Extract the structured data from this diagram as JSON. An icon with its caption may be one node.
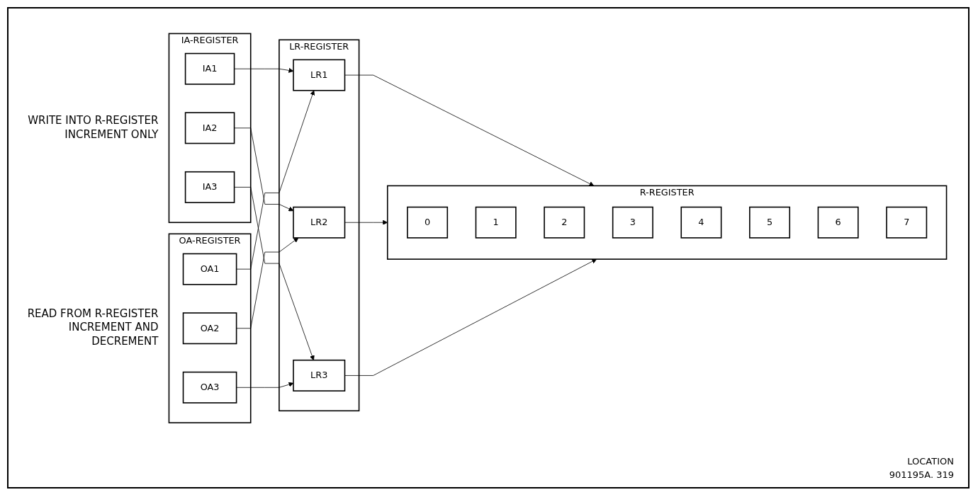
{
  "diagram": {
    "nodes": [
      {
        "text": [
          "IA-REGISTER"
        ],
        "beside": [
          "WRITE INTO R-REGISTER INCREMENT ONLY"
        ]
      },
      {
        "text": [
          "IA3"
        ],
        "in": 0
      },
      {
        "text": [
          "IA2"
        ],
        "in": 0
      },
      {
        "text": [
          "IA1"
        ],
        "in": 0
      },
      {
        "text": [
          "LR-REGISTER"
        ]
      },
      {
        "text": [
          "LR1"
        ],
        "in": 4
      },
      {
        "text": [
          "LR2"
        ],
        "in": 4
      },
      {
        "text": [
          "LR3"
        ],
        "in": 4
      },
      {
        "text": [
          "R-REGISTER"
        ]
      },
      {
        "text": [
          "0"
        ],
        "in": 8
      },
      {
        "text": [
          "1"
        ],
        "in": 8
      },
      {
        "text": [
          "2"
        ],
        "in": 8
      },
      {
        "text": [
          "3"
        ],
        "in": 8
      },
      {
        "text": [
          "4"
        ],
        "in": 8
      },
      {
        "text": [
          "5"
        ],
        "in": 8
      },
      {
        "text": [
          "6"
        ],
        "in": 8
      },
      {
        "text": [
          "7"
        ],
        "in": 8
      },
      {
        "text": [
          "OA-REGISTER"
        ],
        "beside": [
          "READ FROM R-REGISTER INCREMENT AND DECREMENT"
        ]
      },
      {
        "text": [
          "OA3"
        ],
        "in": 17
      },
      {
        "text": [
          "OA2"
        ],
        "in": 17
      },
      {
        "text": [
          "OA1"
        ],
        "in": 17
      }
    ],
    "edges": [
      {
        "from": 3,
        "to": 5,
        "arrow": "to"
      },
      {
        "from": 20,
        "to": 5,
        "arrow": "to"
      },
      {
        "from": 2,
        "to": 6,
        "arrow": "to"
      },
      {
        "from": 19,
        "to": 6,
        "arrow": "to"
      },
      {
        "from": 1,
        "to": 7,
        "arrow": "to"
      },
      {
        "from": 18,
        "to": 7,
        "arrow": "to"
      },
      {
        "from": 5,
        "to": 8,
        "arrow": "to"
      },
      {
        "from": 6,
        "to": 8,
        "arrow": "to"
      },
      {
        "from": 7,
        "to": 8,
        "arrow": "to"
      }
    ],
    "labels": [
      "LOCATION",
      "901195A. 319"
    ]
  }
}
